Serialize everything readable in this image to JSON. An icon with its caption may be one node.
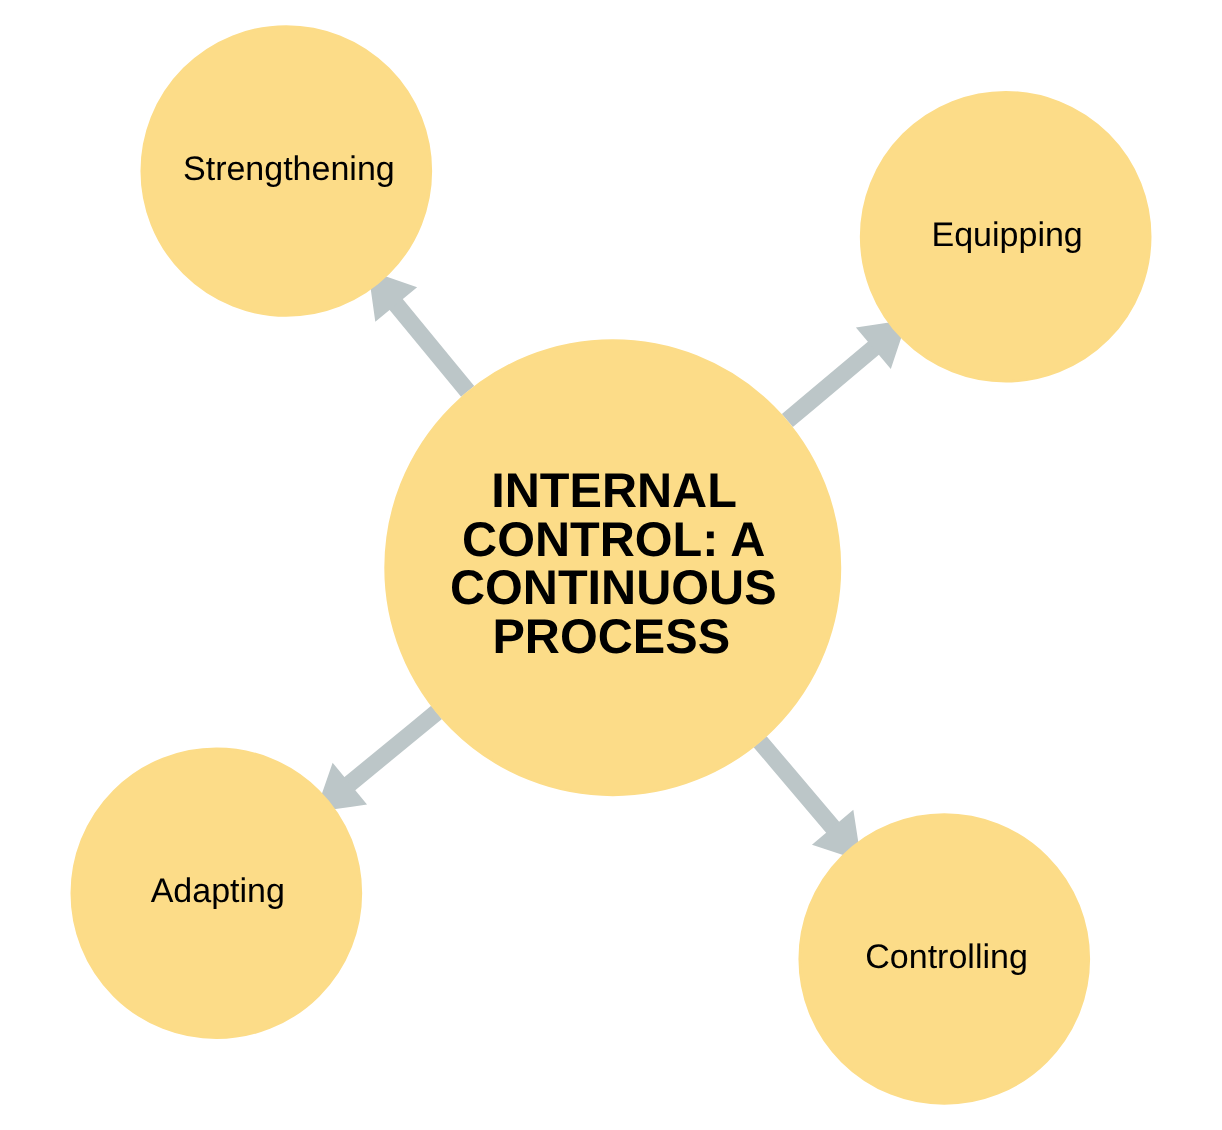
{
  "diagram": {
    "nodes": [
      {
        "text": [
          "Adapting"
        ]
      },
      {
        "text": [
          "Controlling"
        ]
      },
      {
        "text": [
          "INTERNAL CONTROL: A CONTINUOUS PROCESS"
        ]
      },
      {
        "text": [
          "Strengthening"
        ]
      },
      {
        "text": [
          "Equipping"
        ]
      }
    ],
    "edges": [
      {
        "from": 2,
        "to": 0,
        "arrow": "to"
      },
      {
        "from": 2,
        "to": 1,
        "arrow": "to"
      },
      {
        "from": 2,
        "to": 3,
        "arrow": "to"
      },
      {
        "from": 2,
        "to": 4,
        "arrow": "to"
      }
    ]
  }
}
